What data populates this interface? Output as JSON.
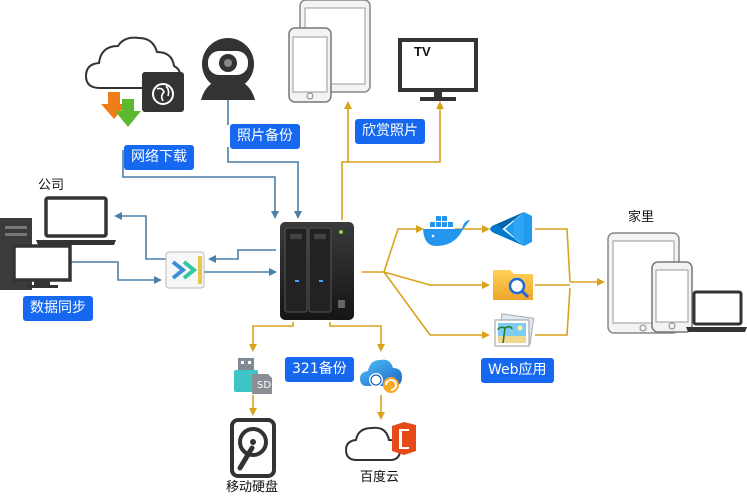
{
  "tags": {
    "download": "网络下载",
    "photo_backup": "照片备份",
    "view_photos": "欣赏照片",
    "data_sync": "数据同步",
    "backup_321": "321备份",
    "web_apps": "Web应用"
  },
  "labels": {
    "company": "公司",
    "tv": "TV",
    "home": "家里",
    "mobile_disk": "移动硬盘",
    "baidu_cloud": "百度云",
    "sd": "SD"
  },
  "colors": {
    "tag_blue": "#1668f0",
    "blue_arrow": "#4a7fa8",
    "orange_arrow": "#d9a21b"
  },
  "icons": [
    "cloud-icon",
    "browser-globe-icon",
    "download-arrows-icon",
    "webcam-icon",
    "tablet-icon",
    "phone-icon",
    "tv-icon",
    "laptop-icon",
    "desktop-computer-icon",
    "sync-app-icon",
    "nas-icon",
    "docker-icon",
    "vscode-icon",
    "file-viewer-icon",
    "photo-gallery-icon",
    "usb-sd-icon",
    "hard-disk-icon",
    "cloud-sync-icon",
    "office-cloud-icon"
  ]
}
